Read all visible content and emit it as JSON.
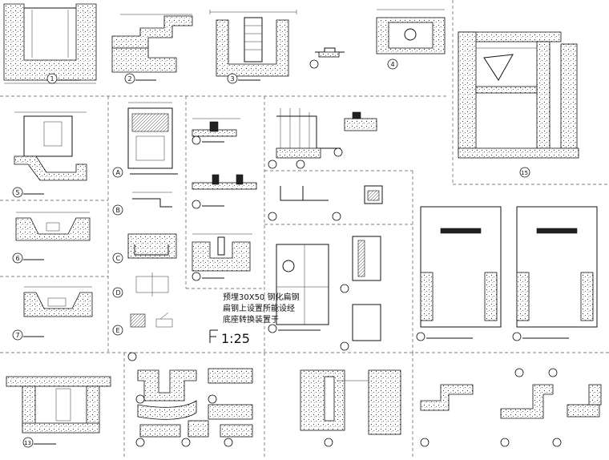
{
  "note_block": {
    "lines": [
      "预埋30X50 钢化扁钢",
      "扁钢上设置所能设经",
      "底座转换装置于"
    ],
    "scale_mark": "1:25"
  },
  "detail_numbers": {
    "d1": "1",
    "d2": "2",
    "d3": "3",
    "d4": "4",
    "d5": "5",
    "d6": "6",
    "d7": "7",
    "d13": "13",
    "d15": "15",
    "lA": "A",
    "lB": "B",
    "lC": "C",
    "lD": "D",
    "lE": "E"
  },
  "icons": {
    "callout": "detail-callout-icon",
    "section_cut": "section-cut-icon"
  }
}
